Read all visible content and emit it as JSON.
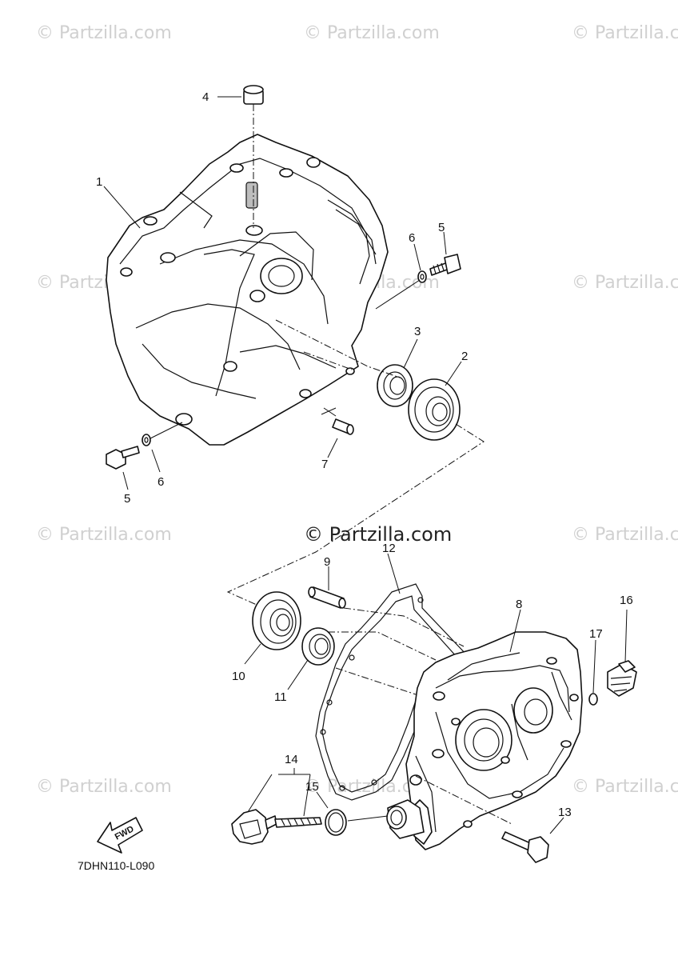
{
  "watermarks": {
    "corner_text": "© Partzilla.com",
    "center_text": "© Partzilla.com"
  },
  "diagram_code": "7DHN110-L090",
  "fwd_label": "FWD",
  "callouts": {
    "c1": "1",
    "c2": "2",
    "c3": "3",
    "c4": "4",
    "c5a": "5",
    "c5b": "5",
    "c6a": "6",
    "c6b": "6",
    "c7": "7",
    "c8": "8",
    "c9": "9",
    "c10": "10",
    "c11": "11",
    "c12": "12",
    "c13": "13",
    "c14": "14",
    "c15": "15",
    "c16": "16",
    "c17": "17"
  }
}
